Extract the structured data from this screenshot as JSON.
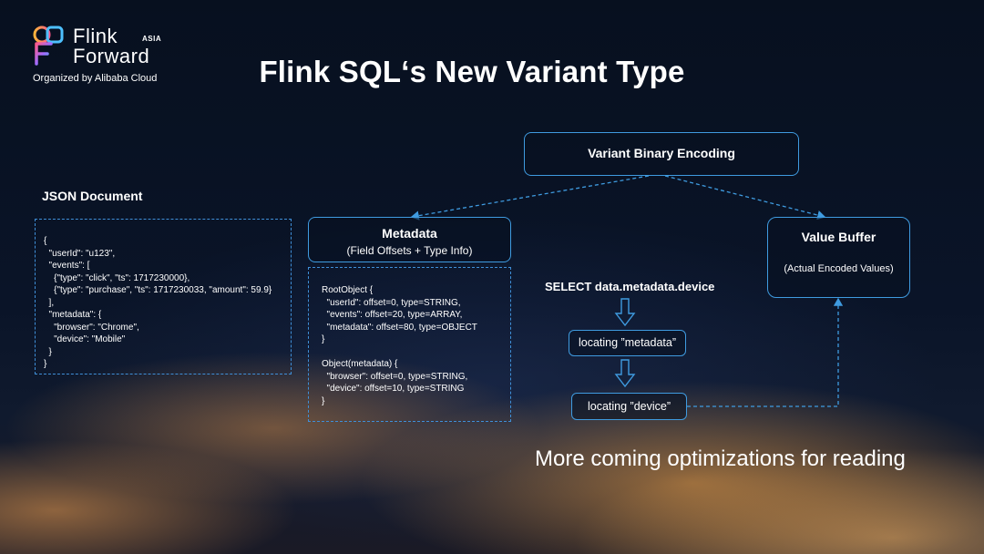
{
  "branding": {
    "logo_line1": "Flink",
    "logo_line2": "Forward",
    "logo_region": "ASIA",
    "organizer": "Organized by Alibaba Cloud"
  },
  "slide": {
    "title": "Flink SQL‘s New Variant Type"
  },
  "json_document": {
    "heading": "JSON Document",
    "code": "{\n  \"userId\": \"u123\",\n  \"events\": [\n    {\"type\": \"click\", \"ts\": 1717230000},\n    {\"type\": \"purchase\", \"ts\": 1717230033, \"amount\": 59.9}\n  ],\n  \"metadata\": {\n    \"browser\": \"Chrome\",\n    \"device\": \"Mobile\"\n  }\n}"
  },
  "encoding": {
    "root_label": "Variant Binary Encoding",
    "metadata_title": "Metadata",
    "metadata_subtitle": "(Field Offsets + Type Info)",
    "metadata_code": "RootObject {\n  \"userId\": offset=0, type=STRING,\n  \"events\": offset=20, type=ARRAY,\n  \"metadata\": offset=80, type=OBJECT\n}\n\nObject(metadata) {\n  \"browser\": offset=0, type=STRING,\n  \"device\": offset=10, type=STRING\n}",
    "value_buffer_title": "Value Buffer",
    "value_buffer_subtitle": "(Actual Encoded Values)"
  },
  "query_flow": {
    "query": "SELECT data.metadata.device",
    "step1": "locating  ”metadata”",
    "step2": "locating ”device”"
  },
  "footer": {
    "tagline": "More coming optimizations for reading"
  },
  "colors": {
    "accent": "#3f9be0",
    "background": "#0a1428"
  }
}
